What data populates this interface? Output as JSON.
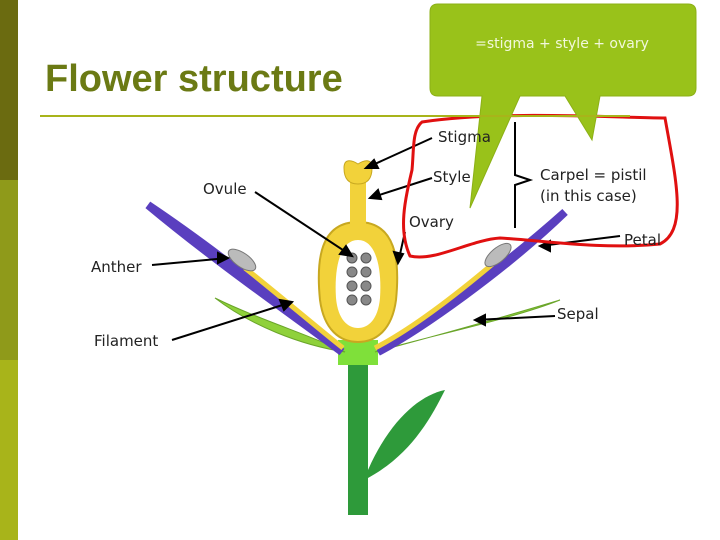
{
  "title": "Flower structure",
  "callout": "=stigma + style + ovary",
  "labels": {
    "stigma": "Stigma",
    "style": "Style",
    "ovary": "Ovary",
    "ovule": "Ovule",
    "anther": "Anther",
    "filament": "Filament",
    "carpel": "Carpel = pistil",
    "carpel_note": "(in this case)",
    "petal": "Petal",
    "sepal": "Sepal"
  },
  "colors": {
    "sidebar_dark": "#6b6b10",
    "sidebar_mid": "#8f9a1a",
    "sidebar_light": "#a8b41a",
    "title": "#6b7a14",
    "callout": "#99c21a",
    "highlight": "#e01010",
    "stem": "#2e9a3a",
    "pistil": "#f2d23a",
    "petal": "#5a3fbf",
    "sepal": "#8fd13a"
  }
}
